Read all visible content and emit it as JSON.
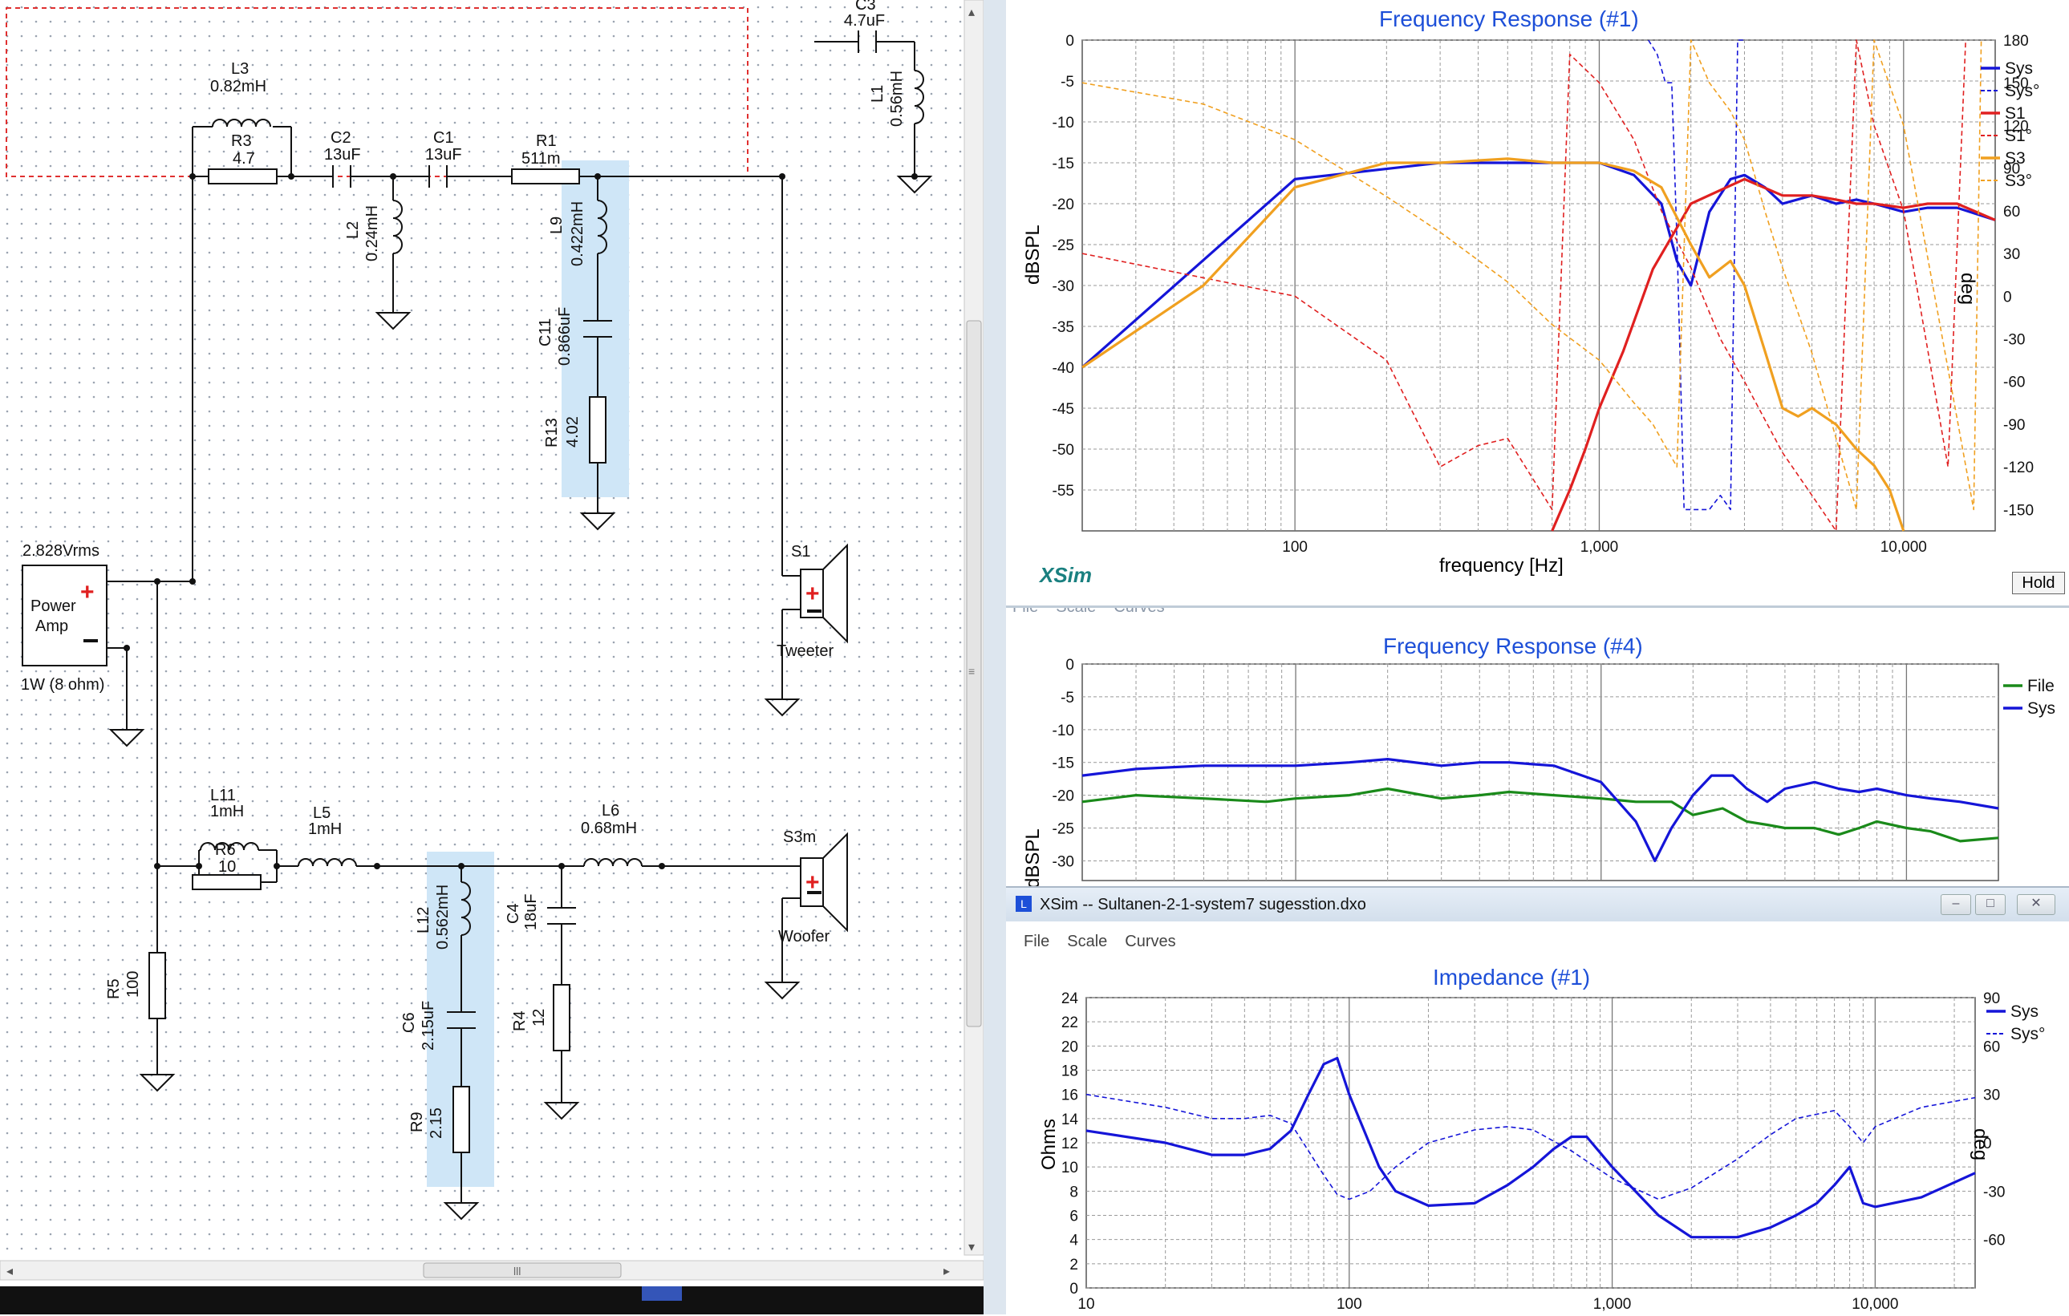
{
  "schematic": {
    "source": {
      "voltage": "2.828Vrms",
      "name_line1": "Power",
      "name_line2": "Amp",
      "power": "1W (8 ohm)"
    },
    "components": {
      "L3": {
        "ref": "L3",
        "value": "0.82mH"
      },
      "R3": {
        "ref": "R3",
        "value": "4.7"
      },
      "C2": {
        "ref": "C2",
        "value": "13uF"
      },
      "C1": {
        "ref": "C1",
        "value": "13uF"
      },
      "R1": {
        "ref": "R1",
        "value": "511m"
      },
      "C3": {
        "ref": "C3",
        "value": "4.7uF"
      },
      "L1": {
        "ref": "L1",
        "value": "0.56mH"
      },
      "L2": {
        "ref": "L2",
        "value": "0.24mH"
      },
      "L9": {
        "ref": "L9",
        "value": "0.422mH"
      },
      "C11": {
        "ref": "C11",
        "value": "0.866uF"
      },
      "R13": {
        "ref": "R13",
        "value": "4.02"
      },
      "S1": {
        "ref": "S1",
        "value": "Tweeter"
      },
      "L11": {
        "ref": "L11",
        "value": "1mH"
      },
      "R6": {
        "ref": "R6",
        "value": "10"
      },
      "L5": {
        "ref": "L5",
        "value": "1mH"
      },
      "L6": {
        "ref": "L6",
        "value": "0.68mH"
      },
      "S3m": {
        "ref": "S3m",
        "value": "Woofer"
      },
      "L12": {
        "ref": "L12",
        "value": "0.562mH"
      },
      "C4": {
        "ref": "C4",
        "value": "18uF"
      },
      "C6": {
        "ref": "C6",
        "value": "2.15uF"
      },
      "R4": {
        "ref": "R4",
        "value": "12"
      },
      "R9": {
        "ref": "R9",
        "value": "2.15"
      },
      "R5": {
        "ref": "R5",
        "value": "100"
      }
    },
    "scroll": {
      "thumb_glyph": "lll"
    }
  },
  "fr1": {
    "title": "Frequency Response (#1)",
    "ylabel": "dBSPL",
    "y2label": "deg",
    "xlabel": "frequency [Hz]",
    "brand": "XSim",
    "hold_label": "Hold",
    "yticks": [
      "0",
      "-5",
      "-10",
      "-15",
      "-20",
      "-25",
      "-30",
      "-35",
      "-40",
      "-45",
      "-50",
      "-55"
    ],
    "y2ticks": [
      "180",
      "150",
      "120",
      "90",
      "60",
      "30",
      "0",
      "-30",
      "-60",
      "-90",
      "-120",
      "-150"
    ],
    "xticks": [
      "100",
      "1,000",
      "10,000"
    ],
    "legend": [
      "Sys",
      "Sys°",
      "S1",
      "S1°",
      "S3",
      "S3°"
    ]
  },
  "fr4": {
    "menu": [
      "File",
      "Scale",
      "Curves"
    ],
    "title": "Frequency Response (#4)",
    "ylabel": "dBSPL",
    "yticks": [
      "0",
      "-5",
      "-10",
      "-15",
      "-20",
      "-25",
      "-30"
    ],
    "legend": [
      "File",
      "Sys"
    ]
  },
  "imp": {
    "window_title": "XSim -- Sultanen-2-1-system7 sugesstion.dxo",
    "menu": [
      "File",
      "Scale",
      "Curves"
    ],
    "title": "Impedance (#1)",
    "ylabel": "Ohms",
    "y2label": "deg",
    "yticks": [
      "24",
      "22",
      "20",
      "18",
      "16",
      "14",
      "12",
      "10",
      "8",
      "6",
      "4",
      "2",
      "0"
    ],
    "y2ticks": [
      "90",
      "60",
      "30",
      "0",
      "-30",
      "-60"
    ],
    "xticks": [
      "10",
      "100",
      "1,000",
      "10,000"
    ],
    "legend": [
      "Sys",
      "Sys°"
    ]
  },
  "colors": {
    "sys": "#1515d8",
    "s1": "#e02020",
    "s3": "#f0a020",
    "file": "#1a8a1a",
    "title": "#1d4fd8",
    "highlight": "#cfe6f7"
  },
  "chart_data": [
    {
      "type": "line",
      "title": "Frequency Response (#1)",
      "xlabel": "frequency [Hz]",
      "ylabel": "dBSPL",
      "y2label": "deg",
      "xscale": "log",
      "xlim": [
        20,
        20000
      ],
      "ylim": [
        -60,
        0
      ],
      "y2lim": [
        -165,
        180
      ],
      "grid": true,
      "legend": "top-right",
      "series": [
        {
          "name": "Sys",
          "axis": "left",
          "x": [
            20,
            100,
            300,
            500,
            800,
            1000,
            1300,
            1600,
            1800,
            2000,
            2300,
            2700,
            3000,
            3500,
            4000,
            5000,
            6000,
            7000,
            8000,
            10000,
            12000,
            15000,
            20000
          ],
          "y": [
            -40,
            -17,
            -15,
            -15,
            -15,
            -15,
            -16.5,
            -20,
            -27,
            -30,
            -21,
            -17,
            -16.5,
            -18,
            -20,
            -19,
            -20,
            -19.5,
            -20,
            -21,
            -20.5,
            -20.5,
            -22
          ]
        },
        {
          "name": "Sys°",
          "axis": "right",
          "x": [
            1450,
            1550,
            1650,
            1730,
            1800,
            1900,
            2300,
            2500,
            2700,
            2850,
            3000
          ],
          "y": [
            180,
            170,
            150,
            150,
            40,
            -150,
            -150,
            -140,
            -150,
            180,
            180
          ]
        },
        {
          "name": "S1",
          "axis": "left",
          "x": [
            700,
            800,
            900,
            1000,
            1200,
            1500,
            2000,
            3000,
            4000,
            5000,
            6000,
            7000,
            8000,
            10000,
            12000,
            15000,
            20000
          ],
          "y": [
            -60,
            -55,
            -50,
            -45,
            -38,
            -28,
            -20,
            -17,
            -19,
            -19,
            -19.5,
            -20,
            -20,
            -20.5,
            -20,
            -20,
            -22
          ]
        },
        {
          "name": "S1°",
          "axis": "right",
          "x": [
            20,
            100,
            200,
            300,
            400,
            500,
            700,
            800,
            1000,
            1300,
            1600,
            2000,
            2500,
            3000,
            4000,
            5000,
            6000,
            7000,
            8000,
            10000,
            14000,
            16000
          ],
          "y": [
            30,
            0,
            -45,
            -120,
            -105,
            -100,
            -150,
            170,
            150,
            110,
            60,
            20,
            -30,
            -60,
            -110,
            -140,
            -165,
            180,
            120,
            60,
            -120,
            180
          ]
        },
        {
          "name": "S3",
          "axis": "left",
          "x": [
            20,
            50,
            100,
            200,
            300,
            500,
            700,
            1000,
            1300,
            1600,
            2000,
            2300,
            2700,
            3000,
            3500,
            4000,
            4500,
            5000,
            6000,
            7000,
            8000,
            9000,
            10000
          ],
          "y": [
            -40,
            -30,
            -18,
            -15,
            -15,
            -14.5,
            -15,
            -15,
            -16,
            -18,
            -25,
            -29,
            -27,
            -30,
            -38,
            -45,
            -46,
            -45,
            -47,
            -50,
            -52,
            -55,
            -60
          ]
        },
        {
          "name": "S3°",
          "axis": "right",
          "x": [
            20,
            50,
            100,
            200,
            300,
            500,
            700,
            1000,
            1300,
            1500,
            1800,
            2000,
            2300,
            2700,
            3000,
            3500,
            4000,
            5000,
            6000,
            7000,
            8000,
            10000,
            17000,
            18000
          ],
          "y": [
            150,
            135,
            110,
            70,
            45,
            10,
            -20,
            -45,
            -75,
            -90,
            -120,
            180,
            150,
            130,
            110,
            60,
            20,
            -40,
            -100,
            -150,
            180,
            120,
            -150,
            180
          ]
        }
      ]
    },
    {
      "type": "line",
      "title": "Frequency Response (#4)",
      "ylabel": "dBSPL",
      "xscale": "log",
      "xlim": [
        20,
        20000
      ],
      "ylim": [
        -33,
        0
      ],
      "grid": true,
      "legend": "top-right",
      "series": [
        {
          "name": "File",
          "x": [
            20,
            30,
            50,
            80,
            100,
            150,
            200,
            300,
            400,
            500,
            700,
            1000,
            1300,
            1700,
            2000,
            2500,
            3000,
            3500,
            4000,
            5000,
            6000,
            7000,
            8000,
            10000,
            12000,
            15000,
            20000
          ],
          "y": [
            -21,
            -20,
            -20.5,
            -21,
            -20.5,
            -20,
            -19,
            -20.5,
            -20,
            -19.5,
            -20,
            -20.5,
            -21,
            -21,
            -23,
            -22,
            -24,
            -24.5,
            -25,
            -25,
            -26,
            -25,
            -24,
            -25,
            -25.5,
            -27,
            -26.5
          ]
        },
        {
          "name": "Sys",
          "x": [
            20,
            30,
            50,
            80,
            100,
            150,
            200,
            300,
            400,
            500,
            700,
            1000,
            1300,
            1500,
            1700,
            2000,
            2300,
            2700,
            3000,
            3500,
            4000,
            5000,
            6000,
            7000,
            8000,
            10000,
            12000,
            15000,
            20000
          ],
          "y": [
            -17,
            -16,
            -15.5,
            -15.5,
            -15.5,
            -15,
            -14.5,
            -15.5,
            -15,
            -15,
            -15.5,
            -18,
            -24,
            -30,
            -25,
            -20,
            -17,
            -17,
            -19,
            -21,
            -19,
            -18,
            -19,
            -19.5,
            -19,
            -20,
            -20.5,
            -21,
            -22
          ]
        }
      ]
    },
    {
      "type": "line",
      "title": "Impedance (#1)",
      "ylabel": "Ohms",
      "y2label": "deg",
      "xscale": "log",
      "xlim": [
        10,
        24000
      ],
      "ylim": [
        0,
        24
      ],
      "y2lim": [
        -90,
        90
      ],
      "grid": true,
      "legend": "top-right",
      "series": [
        {
          "name": "Sys",
          "axis": "left",
          "x": [
            10,
            20,
            30,
            40,
            50,
            60,
            70,
            80,
            90,
            100,
            130,
            150,
            200,
            300,
            400,
            500,
            600,
            700,
            800,
            1000,
            1500,
            2000,
            3000,
            4000,
            5000,
            6000,
            7000,
            8000,
            9000,
            10000,
            15000,
            24000
          ],
          "y": [
            13,
            12,
            11,
            11,
            11.5,
            13,
            16,
            18.5,
            19,
            16,
            10,
            8,
            6.8,
            7,
            8.5,
            10,
            11.5,
            12.5,
            12.5,
            10,
            6,
            4.2,
            4.2,
            5,
            6,
            7,
            8.5,
            10,
            7,
            6.7,
            7.5,
            9.5
          ]
        },
        {
          "name": "Sys°",
          "axis": "right",
          "x": [
            10,
            20,
            30,
            40,
            50,
            60,
            70,
            80,
            90,
            100,
            120,
            150,
            200,
            300,
            400,
            500,
            700,
            1000,
            1500,
            2000,
            3000,
            4000,
            5000,
            7000,
            8000,
            9000,
            10000,
            15000,
            24000
          ],
          "y": [
            30,
            22,
            15,
            15,
            17,
            12,
            -5,
            -20,
            -32,
            -35,
            -30,
            -15,
            0,
            8,
            10,
            8,
            -5,
            -22,
            -35,
            -28,
            -10,
            5,
            15,
            20,
            10,
            0,
            10,
            22,
            28
          ]
        }
      ]
    }
  ]
}
